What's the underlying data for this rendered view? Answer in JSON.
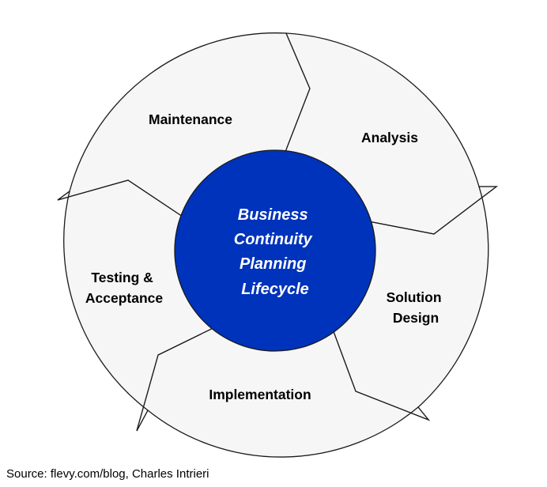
{
  "diagram": {
    "center": {
      "lines": [
        "Business",
        "Continuity",
        "Planning",
        "Lifecycle"
      ]
    },
    "stages": [
      {
        "id": "maintenance",
        "lines": [
          "Maintenance"
        ]
      },
      {
        "id": "analysis",
        "lines": [
          "Analysis"
        ]
      },
      {
        "id": "solution-design",
        "lines": [
          "Solution",
          "Design"
        ]
      },
      {
        "id": "implementation",
        "lines": [
          "Implementation"
        ]
      },
      {
        "id": "testing-acceptance",
        "lines": [
          "Testing &",
          "Acceptance"
        ]
      }
    ],
    "colors": {
      "center_fill": "#0033bb",
      "segment_fill": "#f6f6f6",
      "outline": "#1a1a1a",
      "stage_text": "#000000",
      "center_text": "#ffffff"
    }
  },
  "source": "Source: flevy.com/blog, Charles Intrieri"
}
